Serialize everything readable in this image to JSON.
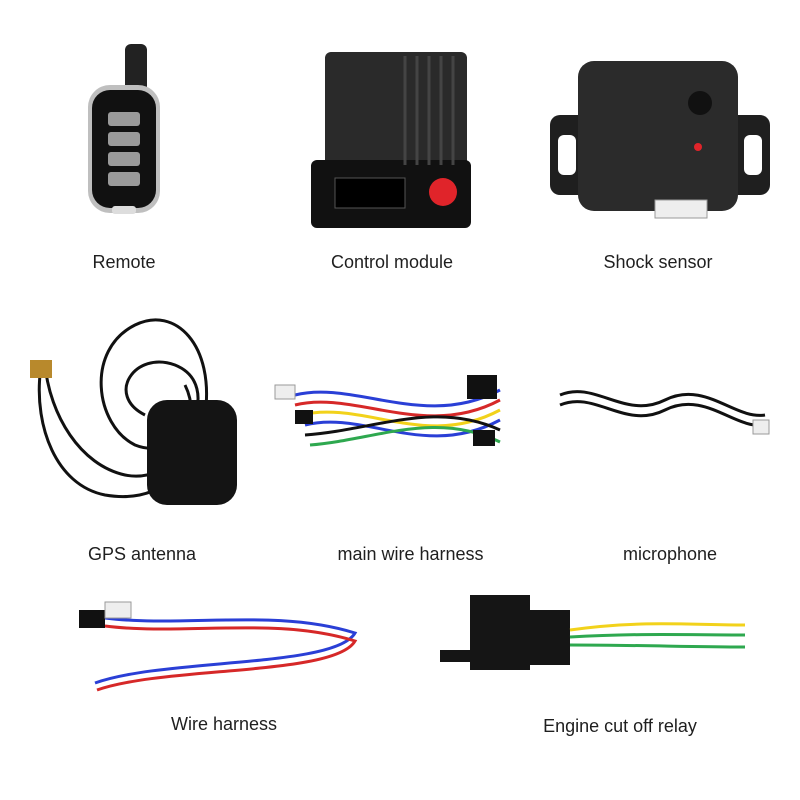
{
  "items": [
    {
      "label": "Remote"
    },
    {
      "label": "Control module"
    },
    {
      "label": "Shock sensor"
    },
    {
      "label": "GPS antenna"
    },
    {
      "label": "main wire harness"
    },
    {
      "label": "microphone"
    },
    {
      "label": "Wire harness"
    },
    {
      "label": "Engine cut off relay"
    }
  ],
  "colors": {
    "background": "#ffffff",
    "device": "#1a1a1a",
    "button_red": "#e0242a",
    "wire_blue": "#2a3fd6",
    "wire_red": "#d62828",
    "wire_yellow": "#f2d21b",
    "wire_green": "#2ea84f"
  }
}
